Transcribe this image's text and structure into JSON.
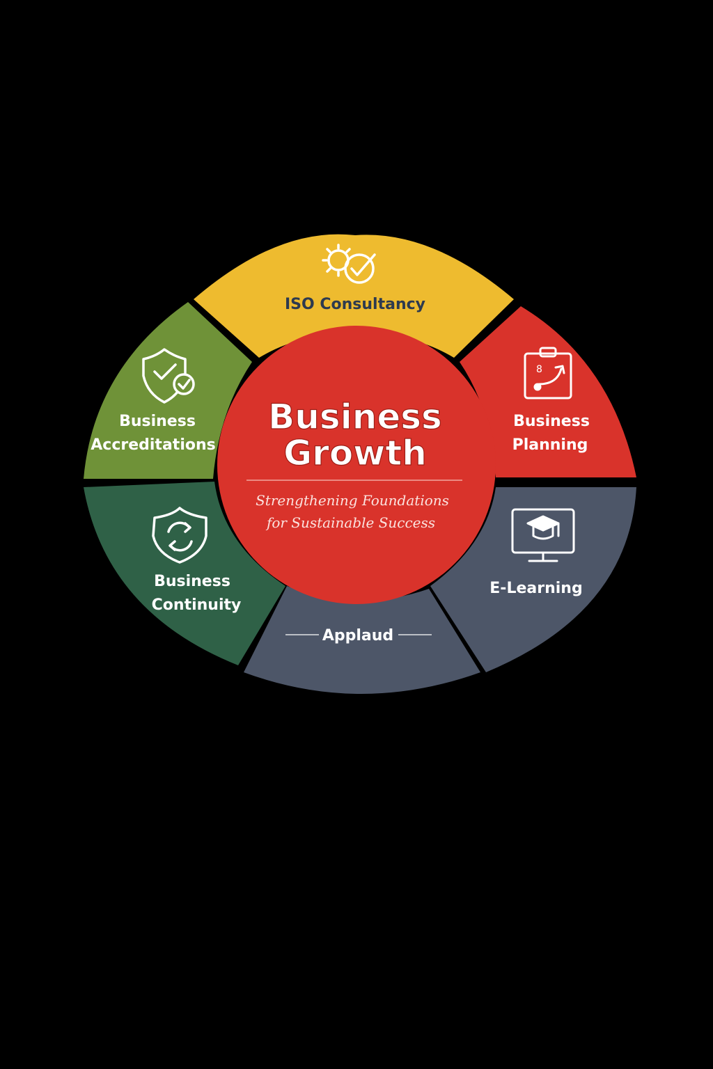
{
  "center": {
    "title_line1": "Business",
    "title_line2": "Growth",
    "subtitle_line1": "Strengthening Foundations",
    "subtitle_line2": "for Sustainable Success",
    "color": "#d9332b"
  },
  "segments": [
    {
      "id": "iso",
      "label_lines": [
        "ISO Consultancy"
      ],
      "color": "#eebb2f",
      "text_color": "#2d3a4f",
      "icon": "gear-check-icon"
    },
    {
      "id": "planning",
      "label_lines": [
        "Business",
        "Planning"
      ],
      "color": "#d9332b",
      "text_color": "#ffffff",
      "icon": "clipboard-plan-icon"
    },
    {
      "id": "elearning",
      "label_lines": [
        "E-Learning"
      ],
      "color": "#4d5668",
      "text_color": "#ffffff",
      "icon": "monitor-graduation-cap-icon"
    },
    {
      "id": "applaud",
      "label_lines": [
        "Applaud"
      ],
      "color": "#4d5668",
      "text_color": "#ffffff",
      "icon": ""
    },
    {
      "id": "continuity",
      "label_lines": [
        "Business",
        "Continuity"
      ],
      "color": "#2f6147",
      "text_color": "#ffffff",
      "icon": "shield-refresh-icon"
    },
    {
      "id": "accreditations",
      "label_lines": [
        "Business",
        "Accreditations"
      ],
      "color": "#6f9238",
      "text_color": "#ffffff",
      "icon": "shield-check-icon"
    }
  ],
  "background": "#000000"
}
